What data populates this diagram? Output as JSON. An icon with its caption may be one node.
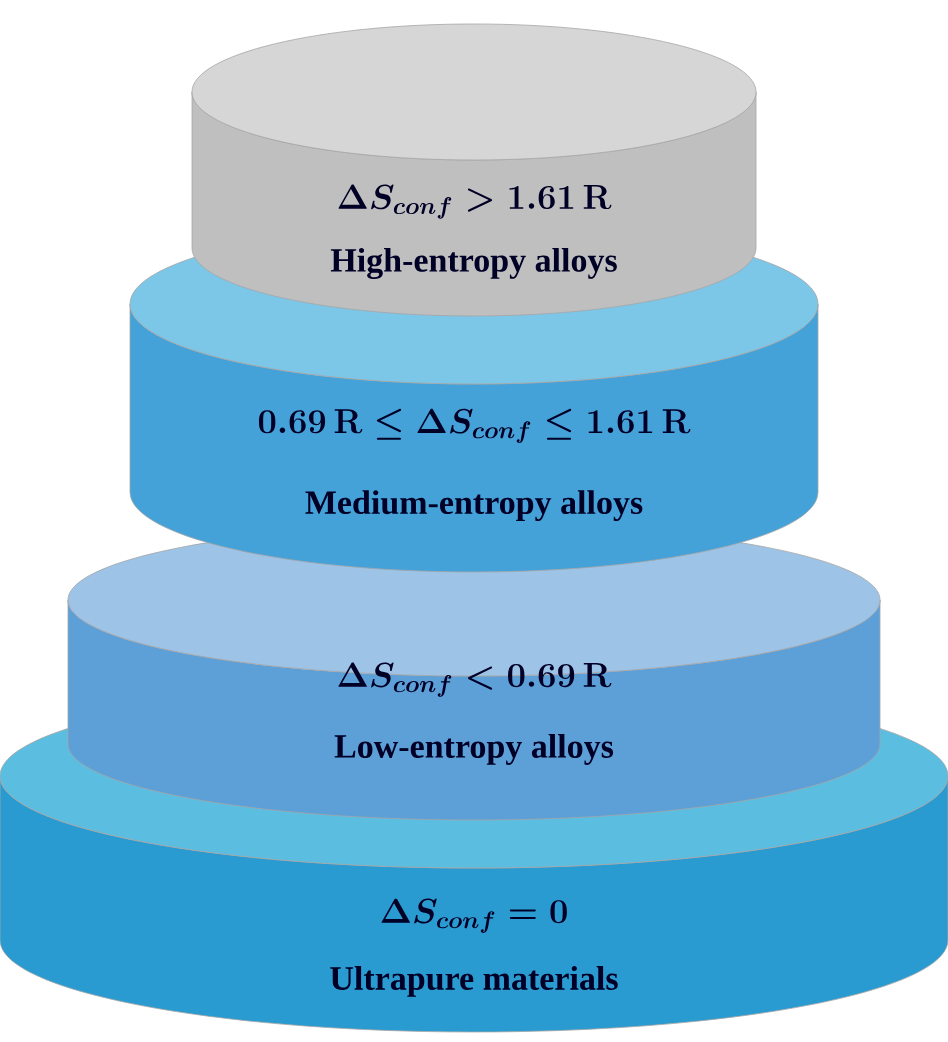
{
  "diagram": {
    "nodes": [
      {
        "text": [
          "\\Delta S_{conf} > 1.61\\,\\mathbf{R}",
          "High-entropy alloys"
        ]
      },
      {
        "text": [
          "0.69\\,\\mathbf{R} \\le \\Delta S_{conf} \\le 1.61\\,\\mathbf{R}",
          "Medium-entropy alloys"
        ]
      },
      {
        "text": [
          "\\Delta S_{conf} < 0.69\\,\\mathbf{R}",
          "Low-entropy alloys"
        ]
      },
      {
        "text": [
          "\\Delta S_{conf} = 0",
          "Ultrapure materials"
        ]
      }
    ]
  }
}
